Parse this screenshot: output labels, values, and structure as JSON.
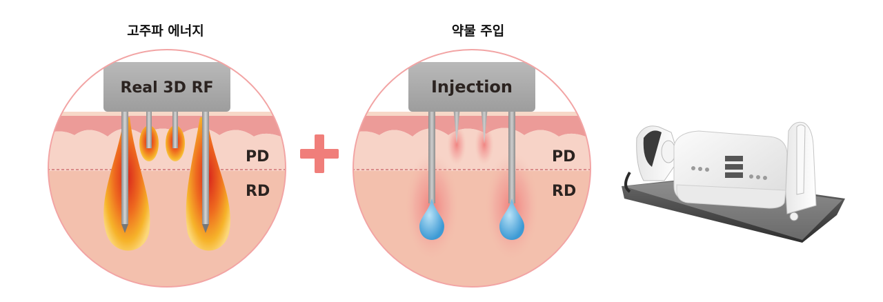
{
  "left_diagram": {
    "title": "고주파 에너지",
    "handpiece_label": "Real 3D RF",
    "layer_pd": "PD",
    "layer_rd": "RD"
  },
  "right_diagram": {
    "title": "약물 주입",
    "handpiece_label": "Injection",
    "layer_pd": "PD",
    "layer_rd": "RD"
  },
  "plus_symbol": "+",
  "colors": {
    "accent_pink": "#f07e7a",
    "circle_border": "#f2a4a4",
    "handpiece_gray": "#a8a8a8",
    "droplet_blue": "#4fa9dd",
    "flame_orange": "#f5a623",
    "flame_red": "#e5331f"
  }
}
